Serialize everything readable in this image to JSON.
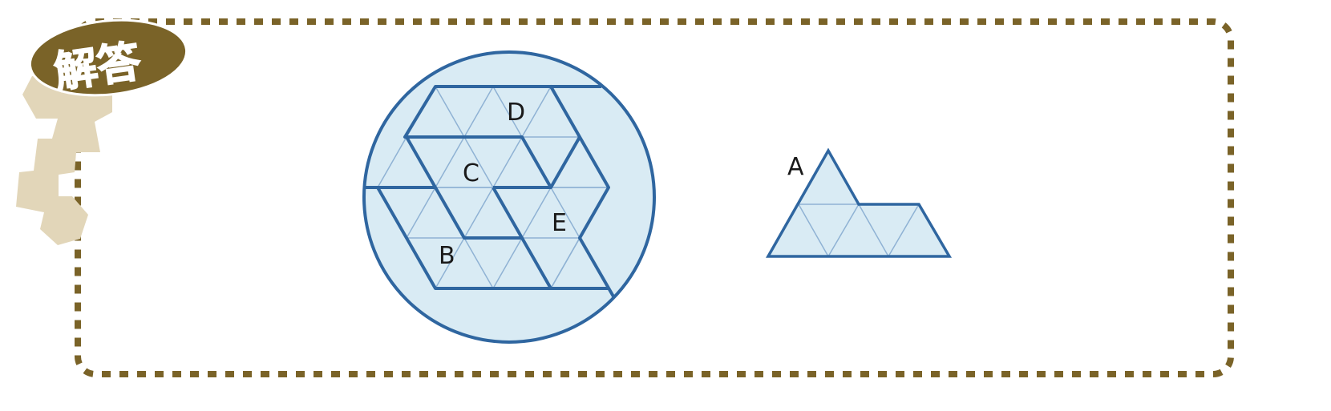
{
  "badge": {
    "text": "解答"
  },
  "figure": {
    "labels": {
      "A": "A",
      "B": "B",
      "C": "C",
      "D": "D",
      "E": "E"
    }
  },
  "colors": {
    "frame": "#7a6328",
    "badge": "#7a6328",
    "badge_shadow": "#e2d6b9",
    "fill": "#d9ebf4",
    "stroke": "#2f66a0",
    "thin": "#8fb2d4"
  }
}
